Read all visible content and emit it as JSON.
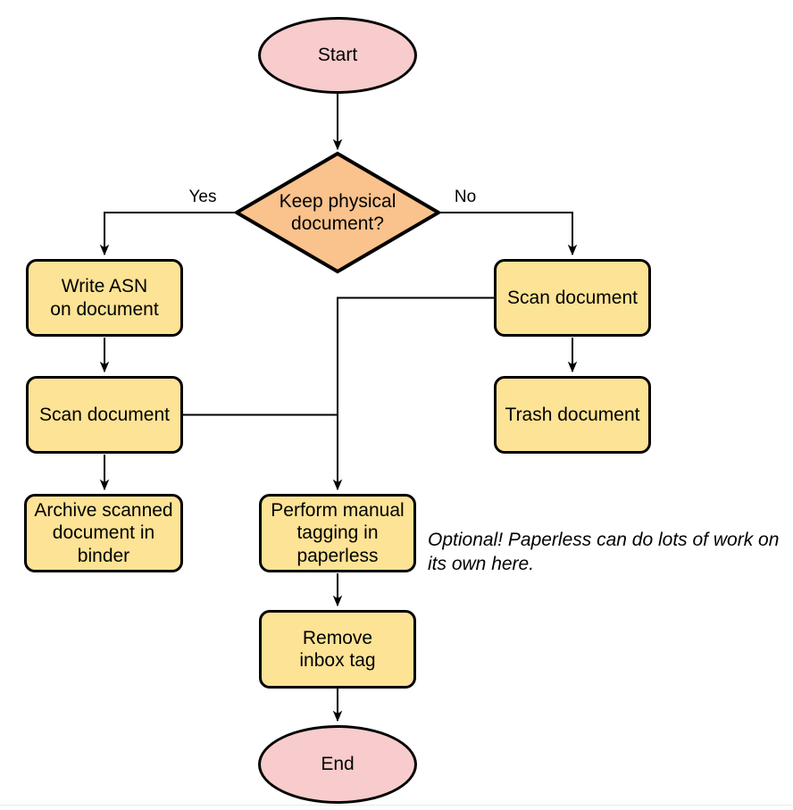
{
  "diagram": {
    "nodes": {
      "start": {
        "label": "Start",
        "type": "terminator"
      },
      "decision": {
        "label": "Keep physical\ndocument?",
        "type": "decision"
      },
      "write_asn": {
        "label": "Write ASN\non document",
        "type": "process"
      },
      "scan_document_left": {
        "label": "Scan document",
        "type": "process"
      },
      "archive_binder": {
        "label": "Archive scanned\ndocument in\nbinder",
        "type": "process"
      },
      "scan_document_right": {
        "label": "Scan document",
        "type": "process"
      },
      "trash_document": {
        "label": "Trash document",
        "type": "process"
      },
      "manual_tagging": {
        "label": "Perform manual\ntagging in\npaperless",
        "type": "process"
      },
      "remove_inbox_tag": {
        "label": "Remove\ninbox tag",
        "type": "process"
      },
      "end": {
        "label": "End",
        "type": "terminator"
      }
    },
    "edge_labels": {
      "yes": "Yes",
      "no": "No"
    },
    "annotation": "Optional! Paperless can do lots of work on\nits own here.",
    "colors": {
      "terminator_fill": "#F8CCCC",
      "decision_fill": "#FAC28C",
      "process_fill": "#FDE395",
      "stroke": "#000000"
    }
  }
}
